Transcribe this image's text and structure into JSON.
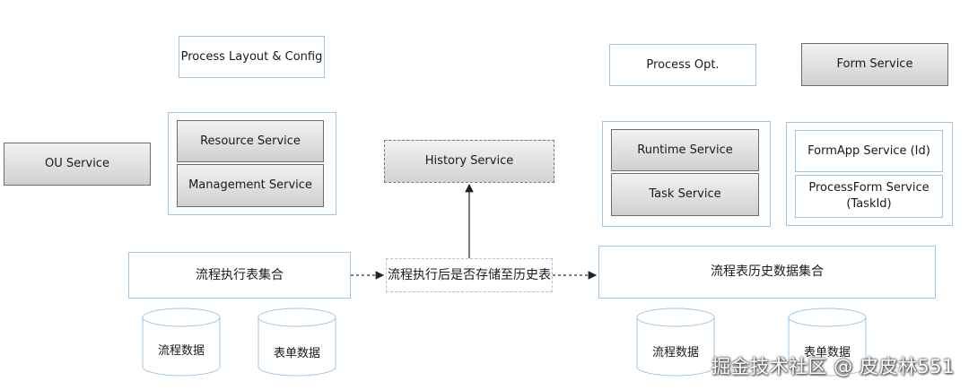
{
  "nodes": {
    "process_layout": "Process Layout & Config",
    "ou_service": "OU Service",
    "resource_service": "Resource Service",
    "management_service": "Management Service",
    "history_service": "History Service",
    "process_opt": "Process Opt.",
    "form_service": "Form Service",
    "runtime_service": "Runtime Service",
    "task_service": "Task Service",
    "formapp_service": "FormApp Service (Id)",
    "processform_service": "ProcessForm Service\n(TaskId)",
    "exec_tables": "流程执行表集合",
    "store_history": "流程执行后是否存储至历史表",
    "history_tables": "流程表历史数据集合"
  },
  "databases": {
    "left_process_data": "流程数据",
    "left_form_data": "表单数据",
    "right_process_data": "流程数据",
    "right_form_data": "表单数据"
  },
  "watermark": "掘金技术社区 @ 皮皮林551"
}
